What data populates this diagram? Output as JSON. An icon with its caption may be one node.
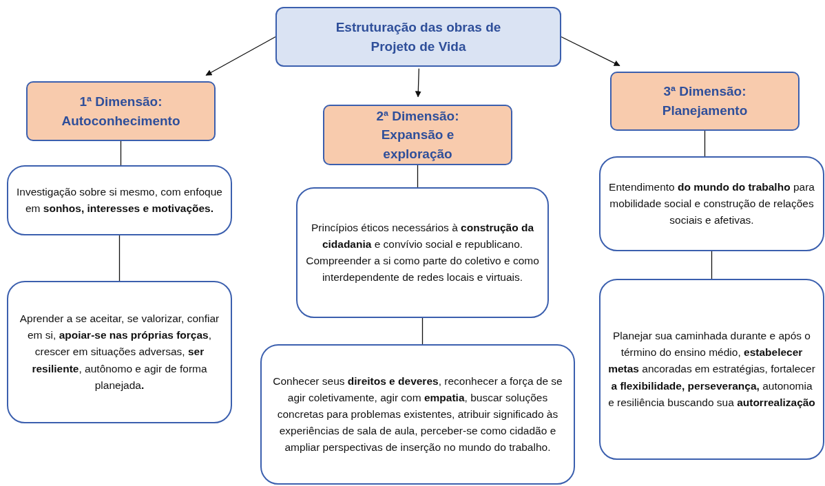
{
  "diagram": {
    "nodes": [
      {
        "text": [
          "Estruturação das obras de Projeto de Vida"
        ]
      },
      {
        "text": [
          "1ª Dimensão: Autoconhecimento"
        ]
      },
      {
        "text": [
          "2ª Dimensão: Expansão e exploração"
        ]
      },
      {
        "text": [
          "3ª Dimensão: Planejamento"
        ]
      },
      {
        "text": [
          "Investigação sobre si mesmo, com enfoque em **sonhos, interesses e motivações.**"
        ]
      },
      {
        "text": [
          "Aprender a se aceitar, se valorizar, confiar em si, **apoiar-se nas próprias forças**, crescer em situações adversas, **ser resiliente**, autônomo e agir de forma planejada**.**"
        ]
      },
      {
        "text": [
          "Princípios éticos necessários à **construção da cidadania** e convívio social e republicano. Compreender a si como parte do coletivo e como interdependente de redes locais e virtuais."
        ]
      },
      {
        "text": [
          "Conhecer seus **direitos e deveres**, reconhecer a força de se agir coletivamente, agir com **empatia**, buscar soluções concretas para problemas existentes, atribuir significado às experiências de sala de aula, perceber-se como cidadão e ampliar perspectivas de inserção no mundo do trabalho."
        ]
      },
      {
        "text": [
          "Entendimento **do mundo do trabalho** para mobilidade social e construção de relações sociais e afetivas."
        ]
      },
      {
        "text": [
          "Planejar sua caminhada durante e após o término do ensino médio, **estabelecer metas** ancoradas em estratégias, fortalecer **a flexibilidade, perseverança,** autonomia e resiliência buscando sua **autorrealização**"
        ]
      }
    ],
    "edges": [
      {
        "from": 0,
        "to": 1,
        "arrow": "to"
      },
      {
        "from": 0,
        "to": 2,
        "arrow": "to"
      },
      {
        "from": 0,
        "to": 3,
        "arrow": "to"
      },
      {
        "from": 1,
        "to": 4,
        "arrow": "none"
      },
      {
        "from": 4,
        "to": 5,
        "arrow": "none"
      },
      {
        "from": 2,
        "to": 6,
        "arrow": "none"
      },
      {
        "from": 6,
        "to": 7,
        "arrow": "none"
      },
      {
        "from": 3,
        "to": 8,
        "arrow": "none"
      },
      {
        "from": 8,
        "to": 9,
        "arrow": "none"
      }
    ]
  }
}
